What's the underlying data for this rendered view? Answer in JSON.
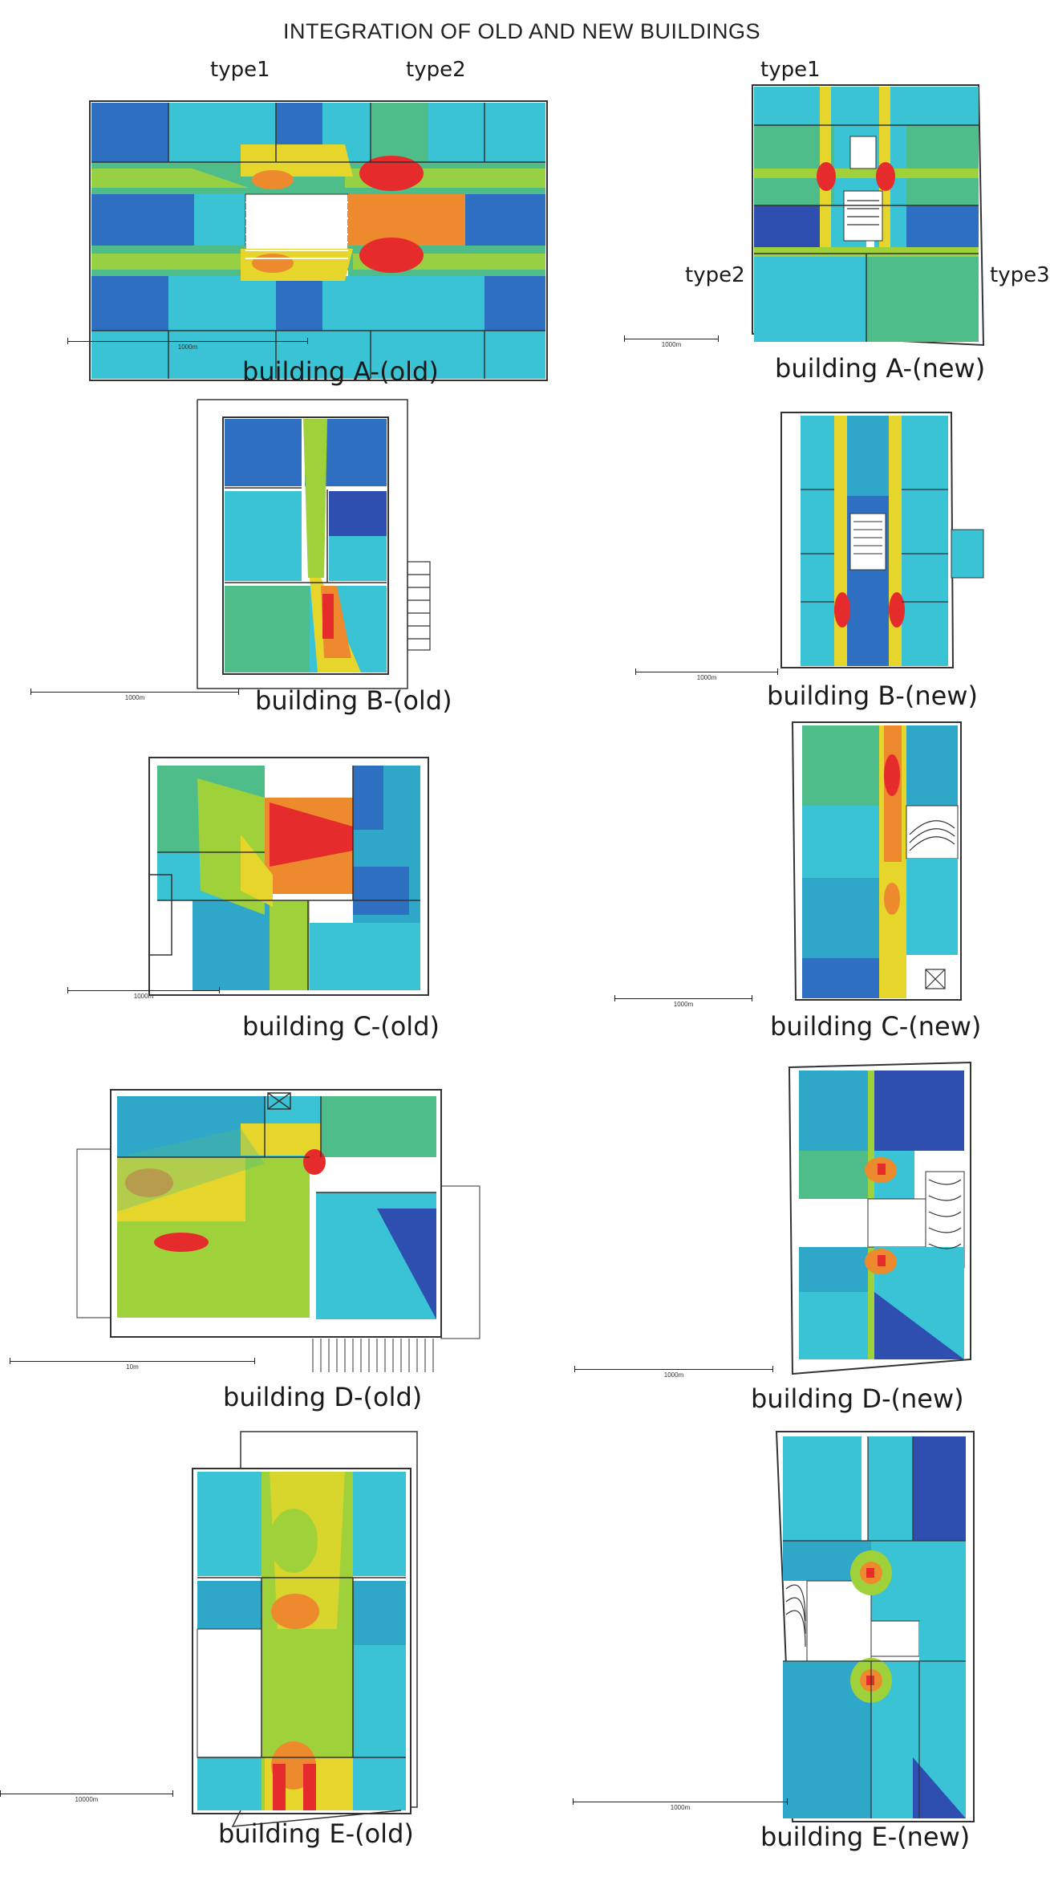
{
  "title": "INTEGRATION OF OLD AND NEW BUILDINGS",
  "colors": {
    "high": "#e52b2b",
    "mid_high": "#ee8a2e",
    "mid": "#e6d62b",
    "mid_low": "#9fd13a",
    "low": "#39c3d4",
    "lower": "#2fa7c9",
    "lowest": "#2f4fb0",
    "green": "#4fbd8a",
    "wall": "#333333"
  },
  "panels": [
    {
      "id": "a-old",
      "caption": "building A-(old)",
      "tags": [
        "type1",
        "type2"
      ],
      "scale_label": "1000m"
    },
    {
      "id": "a-new",
      "caption": "building A-(new)",
      "tags": [
        "type1",
        "type2",
        "type3"
      ],
      "scale_label": "1000m"
    },
    {
      "id": "b-old",
      "caption": "building B-(old)",
      "tags": [],
      "scale_label": "1000m"
    },
    {
      "id": "b-new",
      "caption": "building B-(new)",
      "tags": [],
      "scale_label": "1000m"
    },
    {
      "id": "c-old",
      "caption": "building C-(old)",
      "tags": [],
      "scale_label": "1000m"
    },
    {
      "id": "c-new",
      "caption": "building C-(new)",
      "tags": [],
      "scale_label": "1000m"
    },
    {
      "id": "d-old",
      "caption": "building D-(old)",
      "tags": [],
      "scale_label": "10m"
    },
    {
      "id": "d-new",
      "caption": "building D-(new)",
      "tags": [],
      "scale_label": "1000m"
    },
    {
      "id": "e-old",
      "caption": "building E-(old)",
      "tags": [],
      "scale_label": "10000m"
    },
    {
      "id": "e-new",
      "caption": "building E-(new)",
      "tags": [],
      "scale_label": "1000m"
    }
  ]
}
